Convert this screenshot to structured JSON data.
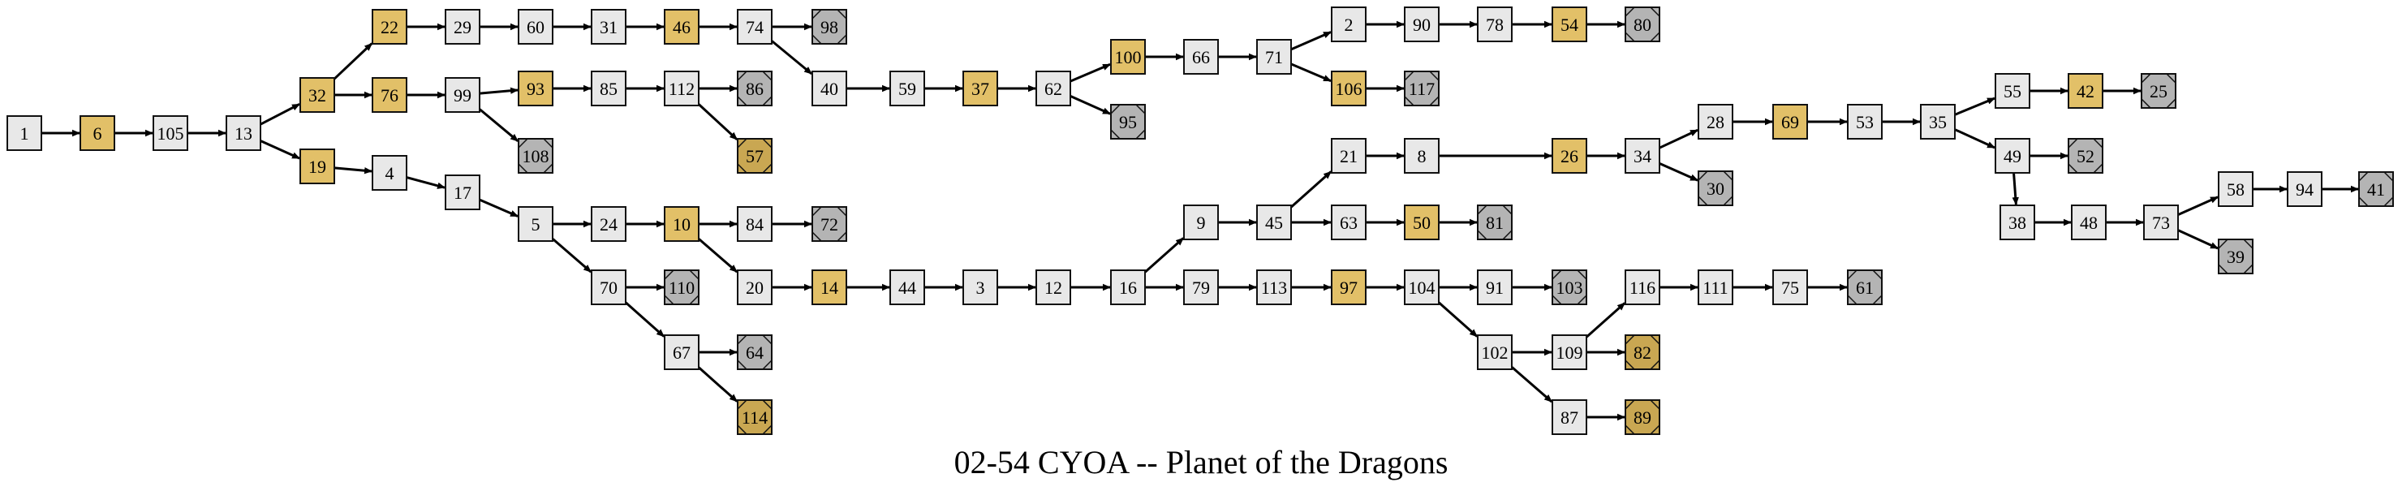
{
  "title": "02-54 CYOA -- Planet of the Dragons",
  "colors": {
    "normal_fill": "#e8e8e8",
    "choice_fill": "#e2c068",
    "ending_fill": "#b4b4b4",
    "good_ending_fill": "#c9a752",
    "stroke": "#111111",
    "edge": "#000000"
  },
  "legend_kinds": {
    "normal": "plain square node",
    "choice": "gold square node",
    "ending": "grey octagon node",
    "good_ending": "gold octagon node"
  },
  "nodes": [
    {
      "id": "1",
      "kind": "normal"
    },
    {
      "id": "6",
      "kind": "choice"
    },
    {
      "id": "105",
      "kind": "normal"
    },
    {
      "id": "13",
      "kind": "normal"
    },
    {
      "id": "32",
      "kind": "choice"
    },
    {
      "id": "19",
      "kind": "choice"
    },
    {
      "id": "22",
      "kind": "choice"
    },
    {
      "id": "76",
      "kind": "choice"
    },
    {
      "id": "4",
      "kind": "normal"
    },
    {
      "id": "29",
      "kind": "normal"
    },
    {
      "id": "99",
      "kind": "normal"
    },
    {
      "id": "17",
      "kind": "normal"
    },
    {
      "id": "60",
      "kind": "normal"
    },
    {
      "id": "93",
      "kind": "choice"
    },
    {
      "id": "108",
      "kind": "ending"
    },
    {
      "id": "5",
      "kind": "normal"
    },
    {
      "id": "31",
      "kind": "normal"
    },
    {
      "id": "85",
      "kind": "normal"
    },
    {
      "id": "24",
      "kind": "normal"
    },
    {
      "id": "70",
      "kind": "normal"
    },
    {
      "id": "46",
      "kind": "choice"
    },
    {
      "id": "112",
      "kind": "normal"
    },
    {
      "id": "10",
      "kind": "choice"
    },
    {
      "id": "110",
      "kind": "ending"
    },
    {
      "id": "67",
      "kind": "normal"
    },
    {
      "id": "74",
      "kind": "normal"
    },
    {
      "id": "86",
      "kind": "ending"
    },
    {
      "id": "57",
      "kind": "good_ending"
    },
    {
      "id": "84",
      "kind": "normal"
    },
    {
      "id": "20",
      "kind": "normal"
    },
    {
      "id": "64",
      "kind": "ending"
    },
    {
      "id": "114",
      "kind": "good_ending"
    },
    {
      "id": "98",
      "kind": "ending"
    },
    {
      "id": "40",
      "kind": "normal"
    },
    {
      "id": "72",
      "kind": "ending"
    },
    {
      "id": "14",
      "kind": "choice"
    },
    {
      "id": "59",
      "kind": "normal"
    },
    {
      "id": "44",
      "kind": "normal"
    },
    {
      "id": "37",
      "kind": "choice"
    },
    {
      "id": "3",
      "kind": "normal"
    },
    {
      "id": "62",
      "kind": "normal"
    },
    {
      "id": "12",
      "kind": "normal"
    },
    {
      "id": "100",
      "kind": "choice"
    },
    {
      "id": "95",
      "kind": "ending"
    },
    {
      "id": "16",
      "kind": "normal"
    },
    {
      "id": "66",
      "kind": "normal"
    },
    {
      "id": "9",
      "kind": "normal"
    },
    {
      "id": "79",
      "kind": "normal"
    },
    {
      "id": "71",
      "kind": "normal"
    },
    {
      "id": "45",
      "kind": "normal"
    },
    {
      "id": "113",
      "kind": "normal"
    },
    {
      "id": "2",
      "kind": "normal"
    },
    {
      "id": "106",
      "kind": "choice"
    },
    {
      "id": "21",
      "kind": "normal"
    },
    {
      "id": "63",
      "kind": "normal"
    },
    {
      "id": "97",
      "kind": "choice"
    },
    {
      "id": "90",
      "kind": "normal"
    },
    {
      "id": "117",
      "kind": "ending"
    },
    {
      "id": "8",
      "kind": "normal"
    },
    {
      "id": "50",
      "kind": "choice"
    },
    {
      "id": "104",
      "kind": "normal"
    },
    {
      "id": "78",
      "kind": "normal"
    },
    {
      "id": "81",
      "kind": "ending"
    },
    {
      "id": "91",
      "kind": "normal"
    },
    {
      "id": "102",
      "kind": "normal"
    },
    {
      "id": "54",
      "kind": "choice"
    },
    {
      "id": "26",
      "kind": "choice"
    },
    {
      "id": "103",
      "kind": "ending"
    },
    {
      "id": "109",
      "kind": "normal"
    },
    {
      "id": "87",
      "kind": "normal"
    },
    {
      "id": "80",
      "kind": "ending"
    },
    {
      "id": "34",
      "kind": "normal"
    },
    {
      "id": "116",
      "kind": "normal"
    },
    {
      "id": "82",
      "kind": "good_ending"
    },
    {
      "id": "89",
      "kind": "good_ending"
    },
    {
      "id": "28",
      "kind": "normal"
    },
    {
      "id": "30",
      "kind": "ending"
    },
    {
      "id": "111",
      "kind": "normal"
    },
    {
      "id": "69",
      "kind": "choice"
    },
    {
      "id": "75",
      "kind": "normal"
    },
    {
      "id": "53",
      "kind": "normal"
    },
    {
      "id": "61",
      "kind": "ending"
    },
    {
      "id": "35",
      "kind": "normal"
    },
    {
      "id": "55",
      "kind": "normal"
    },
    {
      "id": "49",
      "kind": "normal"
    },
    {
      "id": "42",
      "kind": "choice"
    },
    {
      "id": "52",
      "kind": "ending"
    },
    {
      "id": "38",
      "kind": "normal"
    },
    {
      "id": "25",
      "kind": "ending"
    },
    {
      "id": "48",
      "kind": "normal"
    },
    {
      "id": "73",
      "kind": "normal"
    },
    {
      "id": "58",
      "kind": "normal"
    },
    {
      "id": "39",
      "kind": "ending"
    },
    {
      "id": "94",
      "kind": "normal"
    },
    {
      "id": "41",
      "kind": "ending"
    }
  ],
  "edges": [
    [
      "1",
      "6"
    ],
    [
      "6",
      "105"
    ],
    [
      "105",
      "13"
    ],
    [
      "13",
      "32"
    ],
    [
      "13",
      "19"
    ],
    [
      "32",
      "22"
    ],
    [
      "32",
      "76"
    ],
    [
      "19",
      "4"
    ],
    [
      "22",
      "29"
    ],
    [
      "76",
      "99"
    ],
    [
      "4",
      "17"
    ],
    [
      "29",
      "60"
    ],
    [
      "99",
      "93"
    ],
    [
      "99",
      "108"
    ],
    [
      "17",
      "5"
    ],
    [
      "60",
      "31"
    ],
    [
      "93",
      "85"
    ],
    [
      "5",
      "24"
    ],
    [
      "5",
      "70"
    ],
    [
      "31",
      "46"
    ],
    [
      "85",
      "112"
    ],
    [
      "24",
      "10"
    ],
    [
      "70",
      "110"
    ],
    [
      "70",
      "67"
    ],
    [
      "46",
      "74"
    ],
    [
      "112",
      "86"
    ],
    [
      "112",
      "57"
    ],
    [
      "10",
      "84"
    ],
    [
      "10",
      "20"
    ],
    [
      "67",
      "64"
    ],
    [
      "67",
      "114"
    ],
    [
      "74",
      "98"
    ],
    [
      "74",
      "40"
    ],
    [
      "84",
      "72"
    ],
    [
      "20",
      "14"
    ],
    [
      "40",
      "59"
    ],
    [
      "14",
      "44"
    ],
    [
      "59",
      "37"
    ],
    [
      "44",
      "3"
    ],
    [
      "37",
      "62"
    ],
    [
      "3",
      "12"
    ],
    [
      "62",
      "100"
    ],
    [
      "62",
      "95"
    ],
    [
      "12",
      "16"
    ],
    [
      "100",
      "66"
    ],
    [
      "16",
      "9"
    ],
    [
      "16",
      "79"
    ],
    [
      "66",
      "71"
    ],
    [
      "9",
      "45"
    ],
    [
      "79",
      "113"
    ],
    [
      "71",
      "2"
    ],
    [
      "71",
      "106"
    ],
    [
      "45",
      "21"
    ],
    [
      "45",
      "63"
    ],
    [
      "113",
      "97"
    ],
    [
      "2",
      "90"
    ],
    [
      "106",
      "117"
    ],
    [
      "21",
      "8"
    ],
    [
      "63",
      "50"
    ],
    [
      "97",
      "104"
    ],
    [
      "90",
      "78"
    ],
    [
      "8",
      "26"
    ],
    [
      "50",
      "81"
    ],
    [
      "104",
      "91"
    ],
    [
      "104",
      "102"
    ],
    [
      "78",
      "54"
    ],
    [
      "26",
      "34"
    ],
    [
      "91",
      "103"
    ],
    [
      "102",
      "109"
    ],
    [
      "102",
      "87"
    ],
    [
      "54",
      "80"
    ],
    [
      "34",
      "28"
    ],
    [
      "34",
      "30"
    ],
    [
      "109",
      "116"
    ],
    [
      "109",
      "82"
    ],
    [
      "87",
      "89"
    ],
    [
      "28",
      "69"
    ],
    [
      "116",
      "111"
    ],
    [
      "69",
      "53"
    ],
    [
      "111",
      "75"
    ],
    [
      "53",
      "35"
    ],
    [
      "75",
      "61"
    ],
    [
      "35",
      "55"
    ],
    [
      "35",
      "49"
    ],
    [
      "55",
      "42"
    ],
    [
      "49",
      "52"
    ],
    [
      "49",
      "38"
    ],
    [
      "42",
      "25"
    ],
    [
      "38",
      "48"
    ],
    [
      "48",
      "73"
    ],
    [
      "73",
      "58"
    ],
    [
      "73",
      "39"
    ],
    [
      "58",
      "94"
    ],
    [
      "94",
      "41"
    ]
  ]
}
